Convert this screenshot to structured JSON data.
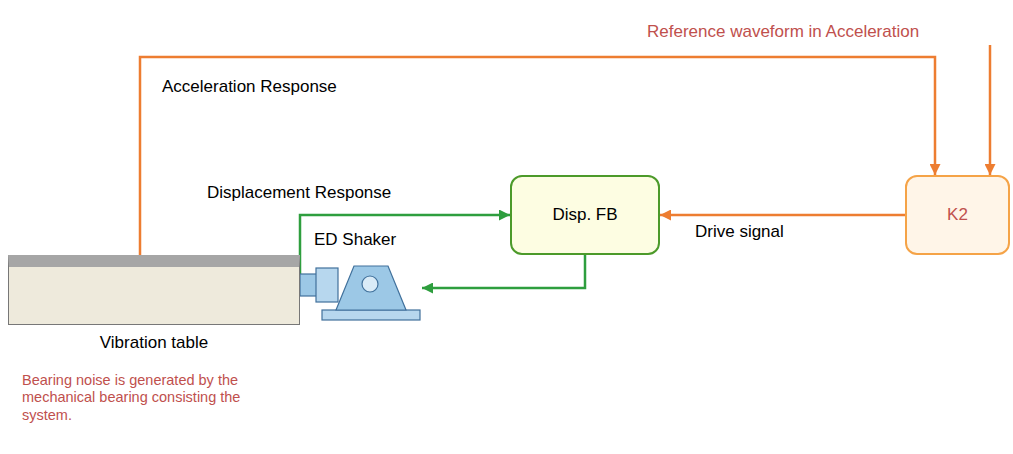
{
  "diagram": {
    "title": "Reference waveform in Acceleration",
    "nodes": [
      {
        "text": [
          "Disp. FB"
        ]
      },
      {
        "text": [
          "K2"
        ]
      },
      {
        "text": [
          "ED Shaker"
        ]
      },
      {
        "text": [
          "Vibration table"
        ]
      }
    ],
    "edges": [
      {
        "from": 1,
        "to": 0,
        "label": "Drive signal",
        "arrow": "to"
      },
      {
        "from": 0,
        "to": 2,
        "arrow": "to"
      },
      {
        "from": 2,
        "to": 0,
        "label": "Displacement Response",
        "arrow": "to"
      },
      {
        "from": 3,
        "to": 1,
        "label": "Acceleration Response",
        "arrow": "to"
      }
    ],
    "labels": [
      "Bearing noise is generated by the mechanical bearing consisting the system."
    ]
  }
}
